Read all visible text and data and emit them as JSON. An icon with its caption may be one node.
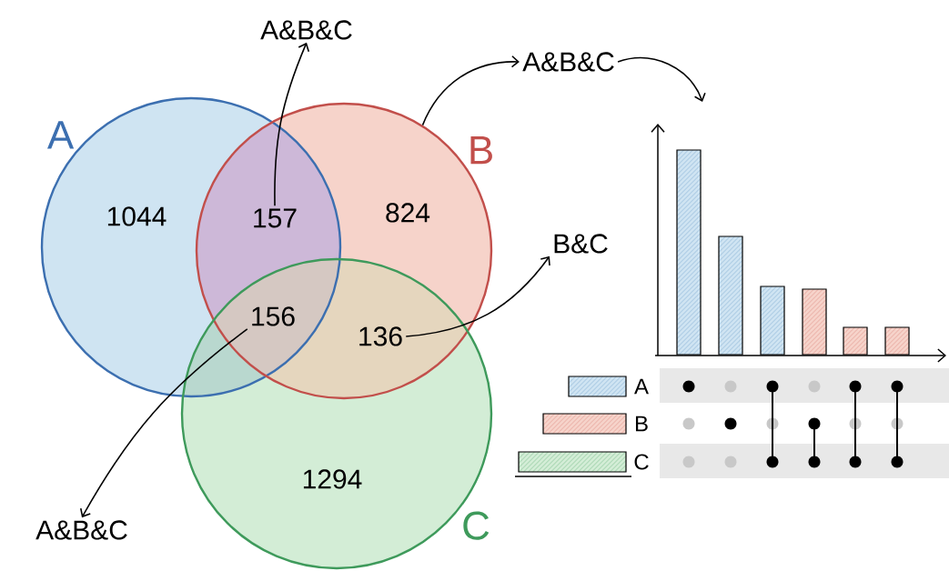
{
  "diagram": {
    "nodes": [
      {
        "text": [
          "A"
        ]
      },
      {
        "text": [
          "B"
        ]
      },
      {
        "text": [
          "C"
        ]
      },
      {
        "text": [
          "1044"
        ],
        "in": 0
      },
      {
        "text": [
          "157"
        ]
      },
      {
        "text": [
          "824"
        ],
        "in": 1
      },
      {
        "text": [
          "156"
        ]
      },
      {
        "text": [
          "136"
        ]
      },
      {
        "text": [
          "1294"
        ],
        "in": 2
      },
      {
        "text": [
          "A&B&C"
        ]
      },
      {
        "text": [
          "A&B&C"
        ]
      },
      {
        "text": [
          "B&C"
        ]
      },
      {
        "text": [
          "A&B&C"
        ]
      }
    ],
    "edges": [
      {
        "from": 4,
        "to": 9,
        "arrow": "to"
      },
      {
        "from": 1,
        "to": 10,
        "arrow": "to"
      },
      {
        "from": 10,
        "to": null,
        "arrow": "to"
      },
      {
        "from": 7,
        "to": 11,
        "arrow": "to"
      },
      {
        "from": 6,
        "to": 12,
        "arrow": "to"
      }
    ],
    "labels": [
      "A",
      "B",
      "C"
    ]
  }
}
